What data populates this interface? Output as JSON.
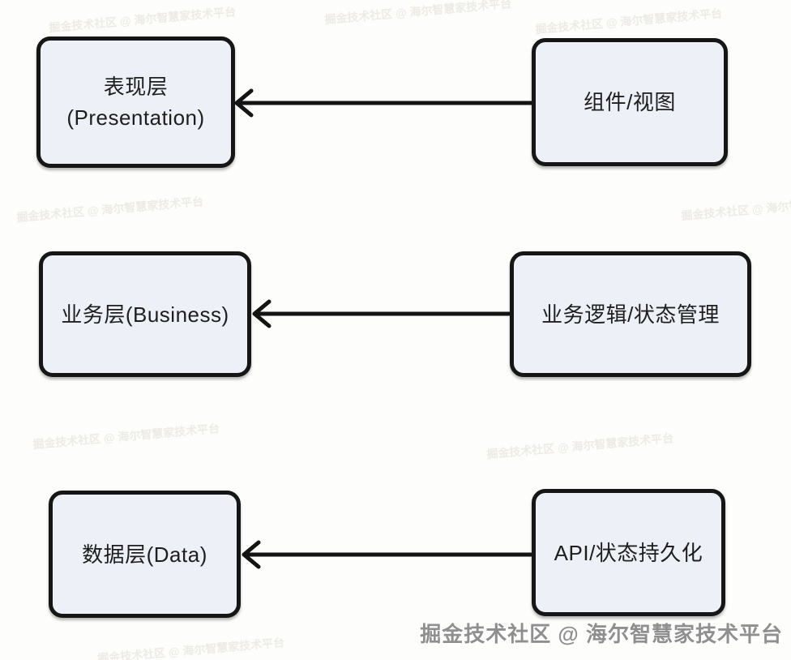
{
  "diagram": {
    "title": "layered-architecture-diagram",
    "boxes": {
      "presentation": {
        "line1": "表现层",
        "line2": "(Presentation)"
      },
      "components": {
        "label": "组件/视图"
      },
      "business": {
        "label": "业务层(Business)"
      },
      "business_logic": {
        "label": "业务逻辑/状态管理"
      },
      "data": {
        "label": "数据层(Data)"
      },
      "api": {
        "label": "API/状态持久化"
      }
    },
    "arrows": [
      {
        "from": "组件/视图",
        "to": "表现层(Presentation)",
        "direction": "left"
      },
      {
        "from": "业务逻辑/状态管理",
        "to": "业务层(Business)",
        "direction": "left"
      },
      {
        "from": "API/状态持久化",
        "to": "数据层(Data)",
        "direction": "left"
      }
    ],
    "colors": {
      "background": "#fdfdfc",
      "box_fill": "#edf1f7",
      "box_border": "#161616",
      "text": "#1e1e1e",
      "arrow": "#141414",
      "watermark": "#8f8f8f"
    }
  },
  "watermark": {
    "text": "掘金技术社区 @ 海尔智慧家技术平台"
  }
}
